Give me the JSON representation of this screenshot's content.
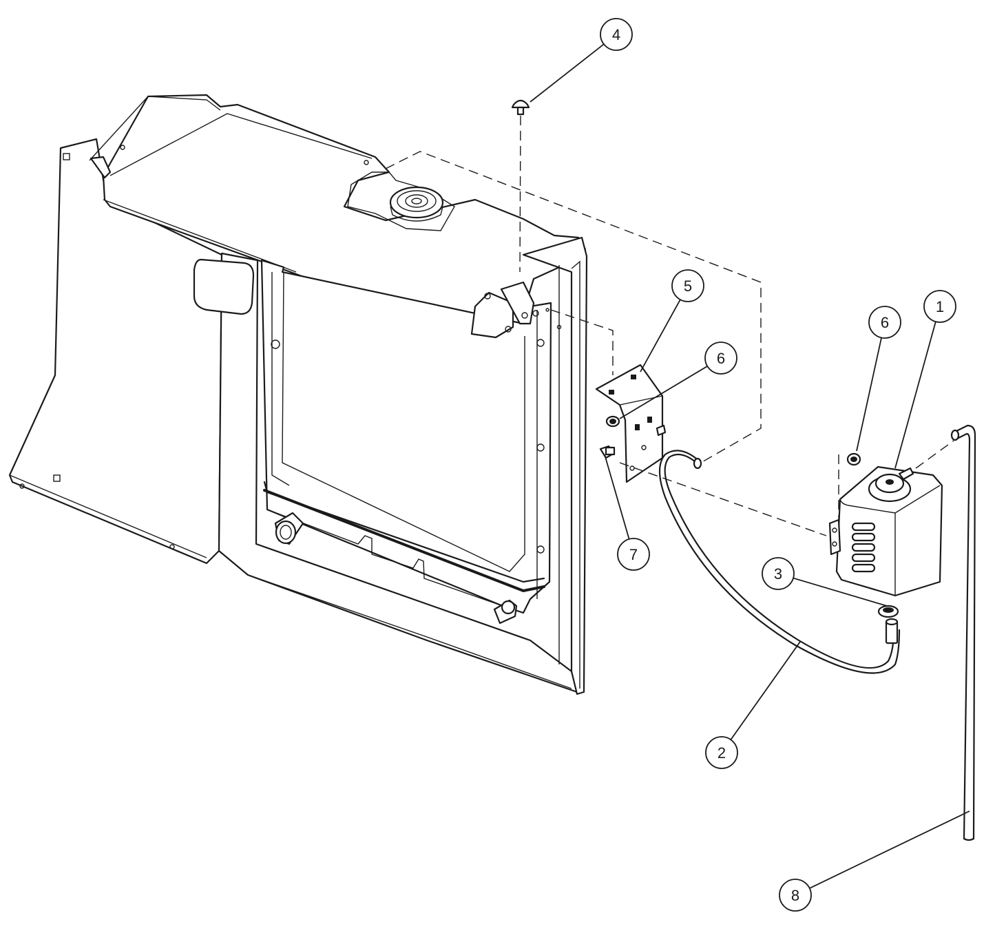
{
  "callouts": [
    {
      "label": "4"
    },
    {
      "label": "5"
    },
    {
      "label": "6"
    },
    {
      "label": "6"
    },
    {
      "label": "1"
    },
    {
      "label": "7"
    },
    {
      "label": "3"
    },
    {
      "label": "2"
    },
    {
      "label": "8"
    }
  ]
}
